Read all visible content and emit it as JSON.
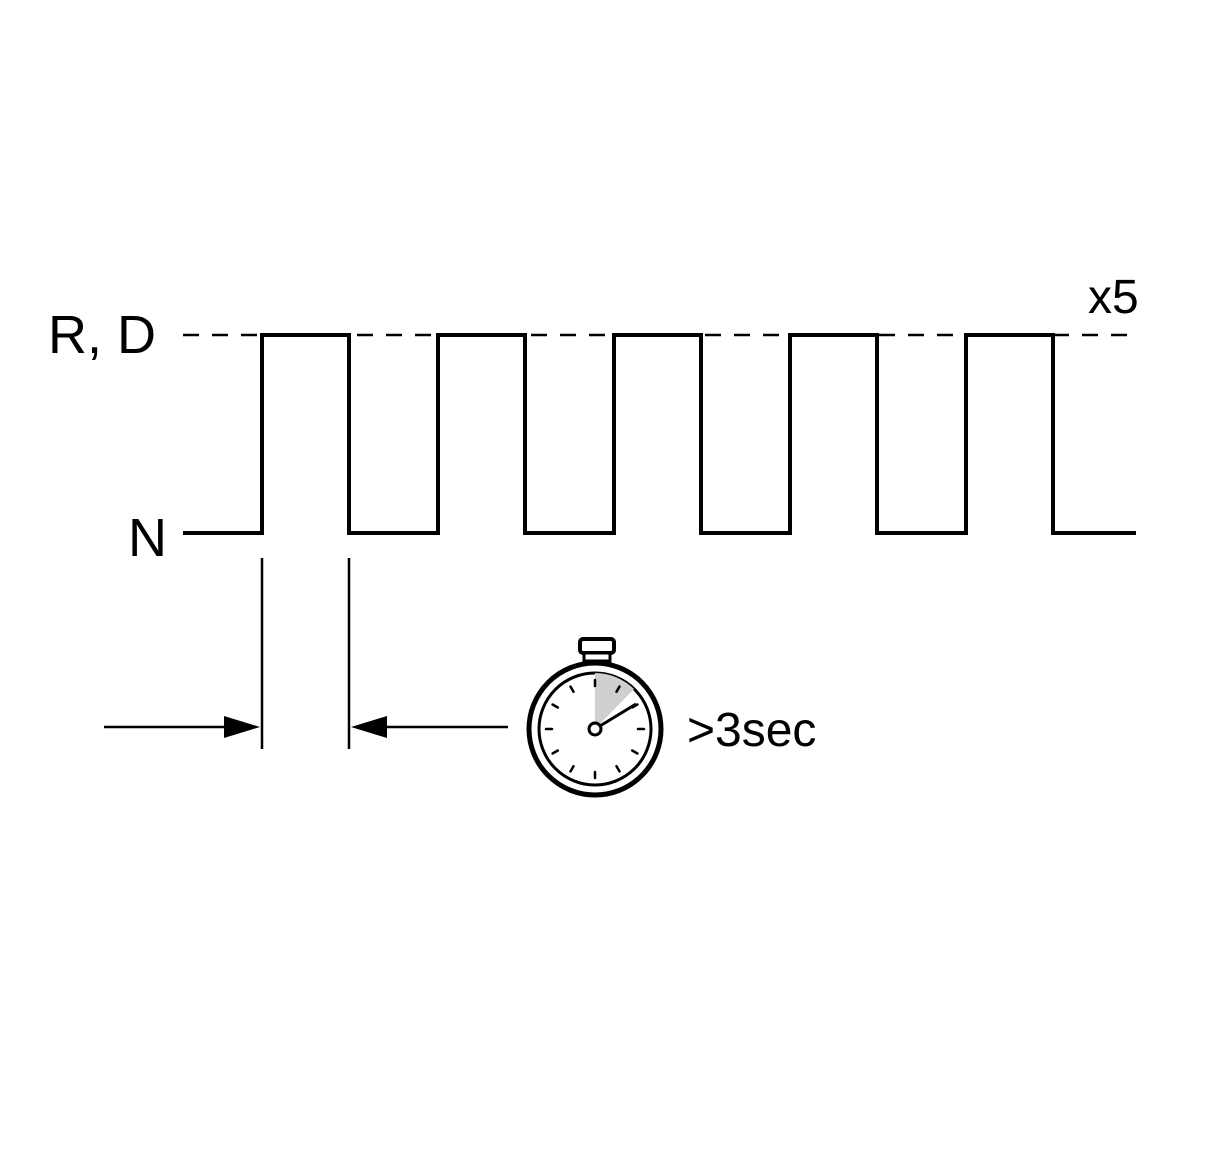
{
  "levels": {
    "high_label": "R, D",
    "low_label": "N"
  },
  "repeat_label": "x5",
  "duration_label": ">3sec",
  "pulse_count": 5,
  "icons": {
    "timer": "stopwatch-icon"
  },
  "colors": {
    "stroke": "#000000",
    "background": "#ffffff",
    "timer_fill": "#d0d0d0"
  }
}
